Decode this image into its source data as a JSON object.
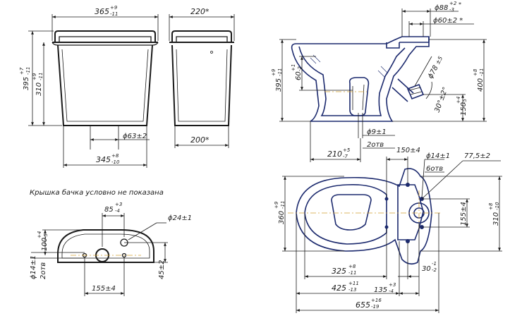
{
  "cistern_front": {
    "dim_width": "365",
    "dim_width_tol_top": "+9",
    "dim_width_tol_bot": "-11",
    "dim_height_outer": "395",
    "dim_height_outer_tol_top": "+7",
    "dim_height_outer_tol_bot": "-11",
    "dim_height_inner": "310",
    "dim_height_inner_tol_top": "+9",
    "dim_height_inner_tol_bot": "-11",
    "dim_bottom": "345",
    "dim_bottom_tol_top": "+8",
    "dim_bottom_tol_bot": "-10",
    "dim_hole": "ϕ63±2"
  },
  "cistern_side": {
    "dim_top": "220*",
    "dim_bottom": "200*"
  },
  "cistern_plan": {
    "note": "Крышка бачка условно не показана",
    "dim_center": "85",
    "dim_center_tol_top": "+3",
    "dim_center_tol_bot": "-4",
    "dim_hole": "ϕ24±1",
    "dim_depth": "100",
    "dim_depth_tol_top": "+4",
    "dim_depth_tol_bot": "-5",
    "dim_small_hole": "ϕ14±1",
    "dim_small_count": "2отв",
    "dim_width": "155±4",
    "dim_right": "45±2"
  },
  "bowl_side": {
    "dim_top_outer": "ϕ88",
    "dim_top_outer_tol_top": "+2",
    "dim_top_outer_tol_bot": "-3",
    "dim_top_outer_star": "*",
    "dim_top_inner": "ϕ60±2 *",
    "dim_height_left": "395",
    "dim_height_left_tol_top": "+9",
    "dim_height_left_tol_bot": "-11",
    "dim_inner_depth": "60",
    "dim_inner_depth_tol_top": "+1",
    "dim_inner_depth_tol_bot": "-2",
    "dim_outlet": "ϕ78",
    "dim_outlet_tol": "±5",
    "dim_angle": "30°±2°",
    "dim_outlet_height": "150",
    "dim_outlet_height_tol_top": "+4",
    "dim_outlet_height_tol_bot": "-5",
    "dim_height_right": "400",
    "dim_height_right_tol_top": "+8",
    "dim_height_right_tol_bot": "-11",
    "dim_mount_hole": "ϕ9±1",
    "dim_mount_count": "2отв",
    "dim_base": "210",
    "dim_base_tol_top": "+5",
    "dim_base_tol_bot": "-7"
  },
  "bowl_plan": {
    "dim_holes_spacing": "150±4",
    "dim_hole": "ϕ14±1",
    "dim_hole_count": "6отв",
    "dim_offset": "77,5±2",
    "dim_width": "360",
    "dim_width_tol_top": "+9",
    "dim_width_tol_bot": "-11",
    "dim_inner": "155±4",
    "dim_width_right": "310",
    "dim_width_right_tol_top": "+8",
    "dim_width_right_tol_bot": "-10",
    "dim_len1": "325",
    "dim_len1_tol_top": "+8",
    "dim_len1_tol_bot": "-11",
    "dim_len2": "425",
    "dim_len2_tol_top": "+11",
    "dim_len2_tol_bot": "-13",
    "dim_len3": "135",
    "dim_len3_tol_top": "+3",
    "dim_len3_tol_bot": "-4",
    "dim_small": "30",
    "dim_small_tol_top": "-1",
    "dim_small_tol_bot": "-2",
    "dim_total": "655",
    "dim_total_tol_top": "+16",
    "dim_total_tol_bot": "-19"
  }
}
